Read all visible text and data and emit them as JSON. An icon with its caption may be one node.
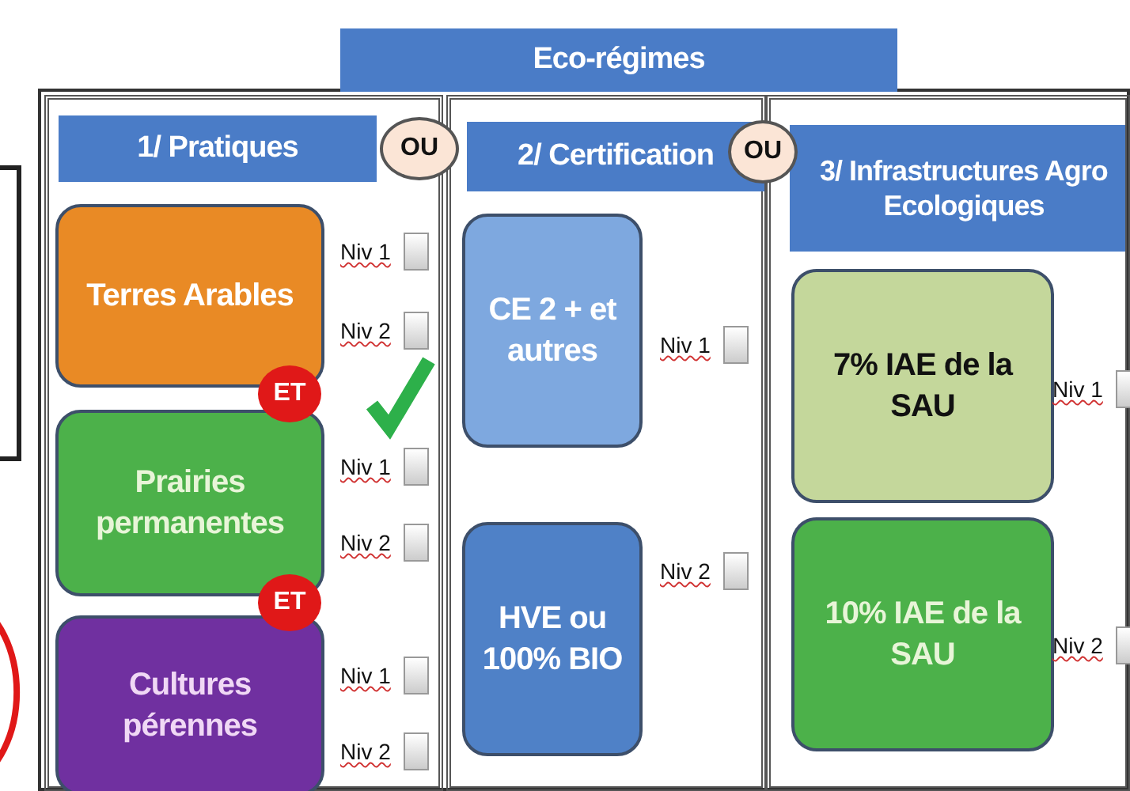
{
  "diagram": {
    "nodes": [
      {
        "text": [
          "Eco-régimes"
        ]
      },
      {
        "text": [
          "1/ Pratiques"
        ],
        "in": 0
      },
      {
        "text": [
          "Terres Arables"
        ],
        "in": 1,
        "beside": [
          "Niv 1",
          "Niv 2"
        ]
      },
      {
        "text": [
          "ET"
        ],
        "in": 1
      },
      {
        "text": [
          "Prairies permanentes"
        ],
        "in": 1,
        "beside": [
          "Niv 1",
          "Niv 2"
        ]
      },
      {
        "text": [
          "ET"
        ],
        "in": 1
      },
      {
        "text": [
          "Cultures pérennes"
        ],
        "in": 1,
        "beside": [
          "Niv 1",
          "Niv 2"
        ]
      },
      {
        "text": [
          "OU"
        ],
        "in": 0
      },
      {
        "text": [
          "2/ Certification"
        ],
        "in": 0
      },
      {
        "text": [
          "CE 2 + et autres"
        ],
        "in": 8,
        "beside": [
          "Niv 1"
        ]
      },
      {
        "text": [
          "HVE ou 100% BIO"
        ],
        "in": 8,
        "beside": [
          "Niv 2"
        ]
      },
      {
        "text": [
          "OU"
        ],
        "in": 0
      },
      {
        "text": [
          "3/ Infrastructures Agro Ecologiques"
        ],
        "in": 0
      },
      {
        "text": [
          "7% IAE de la SAU"
        ],
        "in": 12,
        "beside": [
          "Niv 1"
        ]
      },
      {
        "text": [
          "10% IAE de la SAU"
        ],
        "in": 12,
        "beside": [
          "Niv 2"
        ]
      }
    ]
  }
}
